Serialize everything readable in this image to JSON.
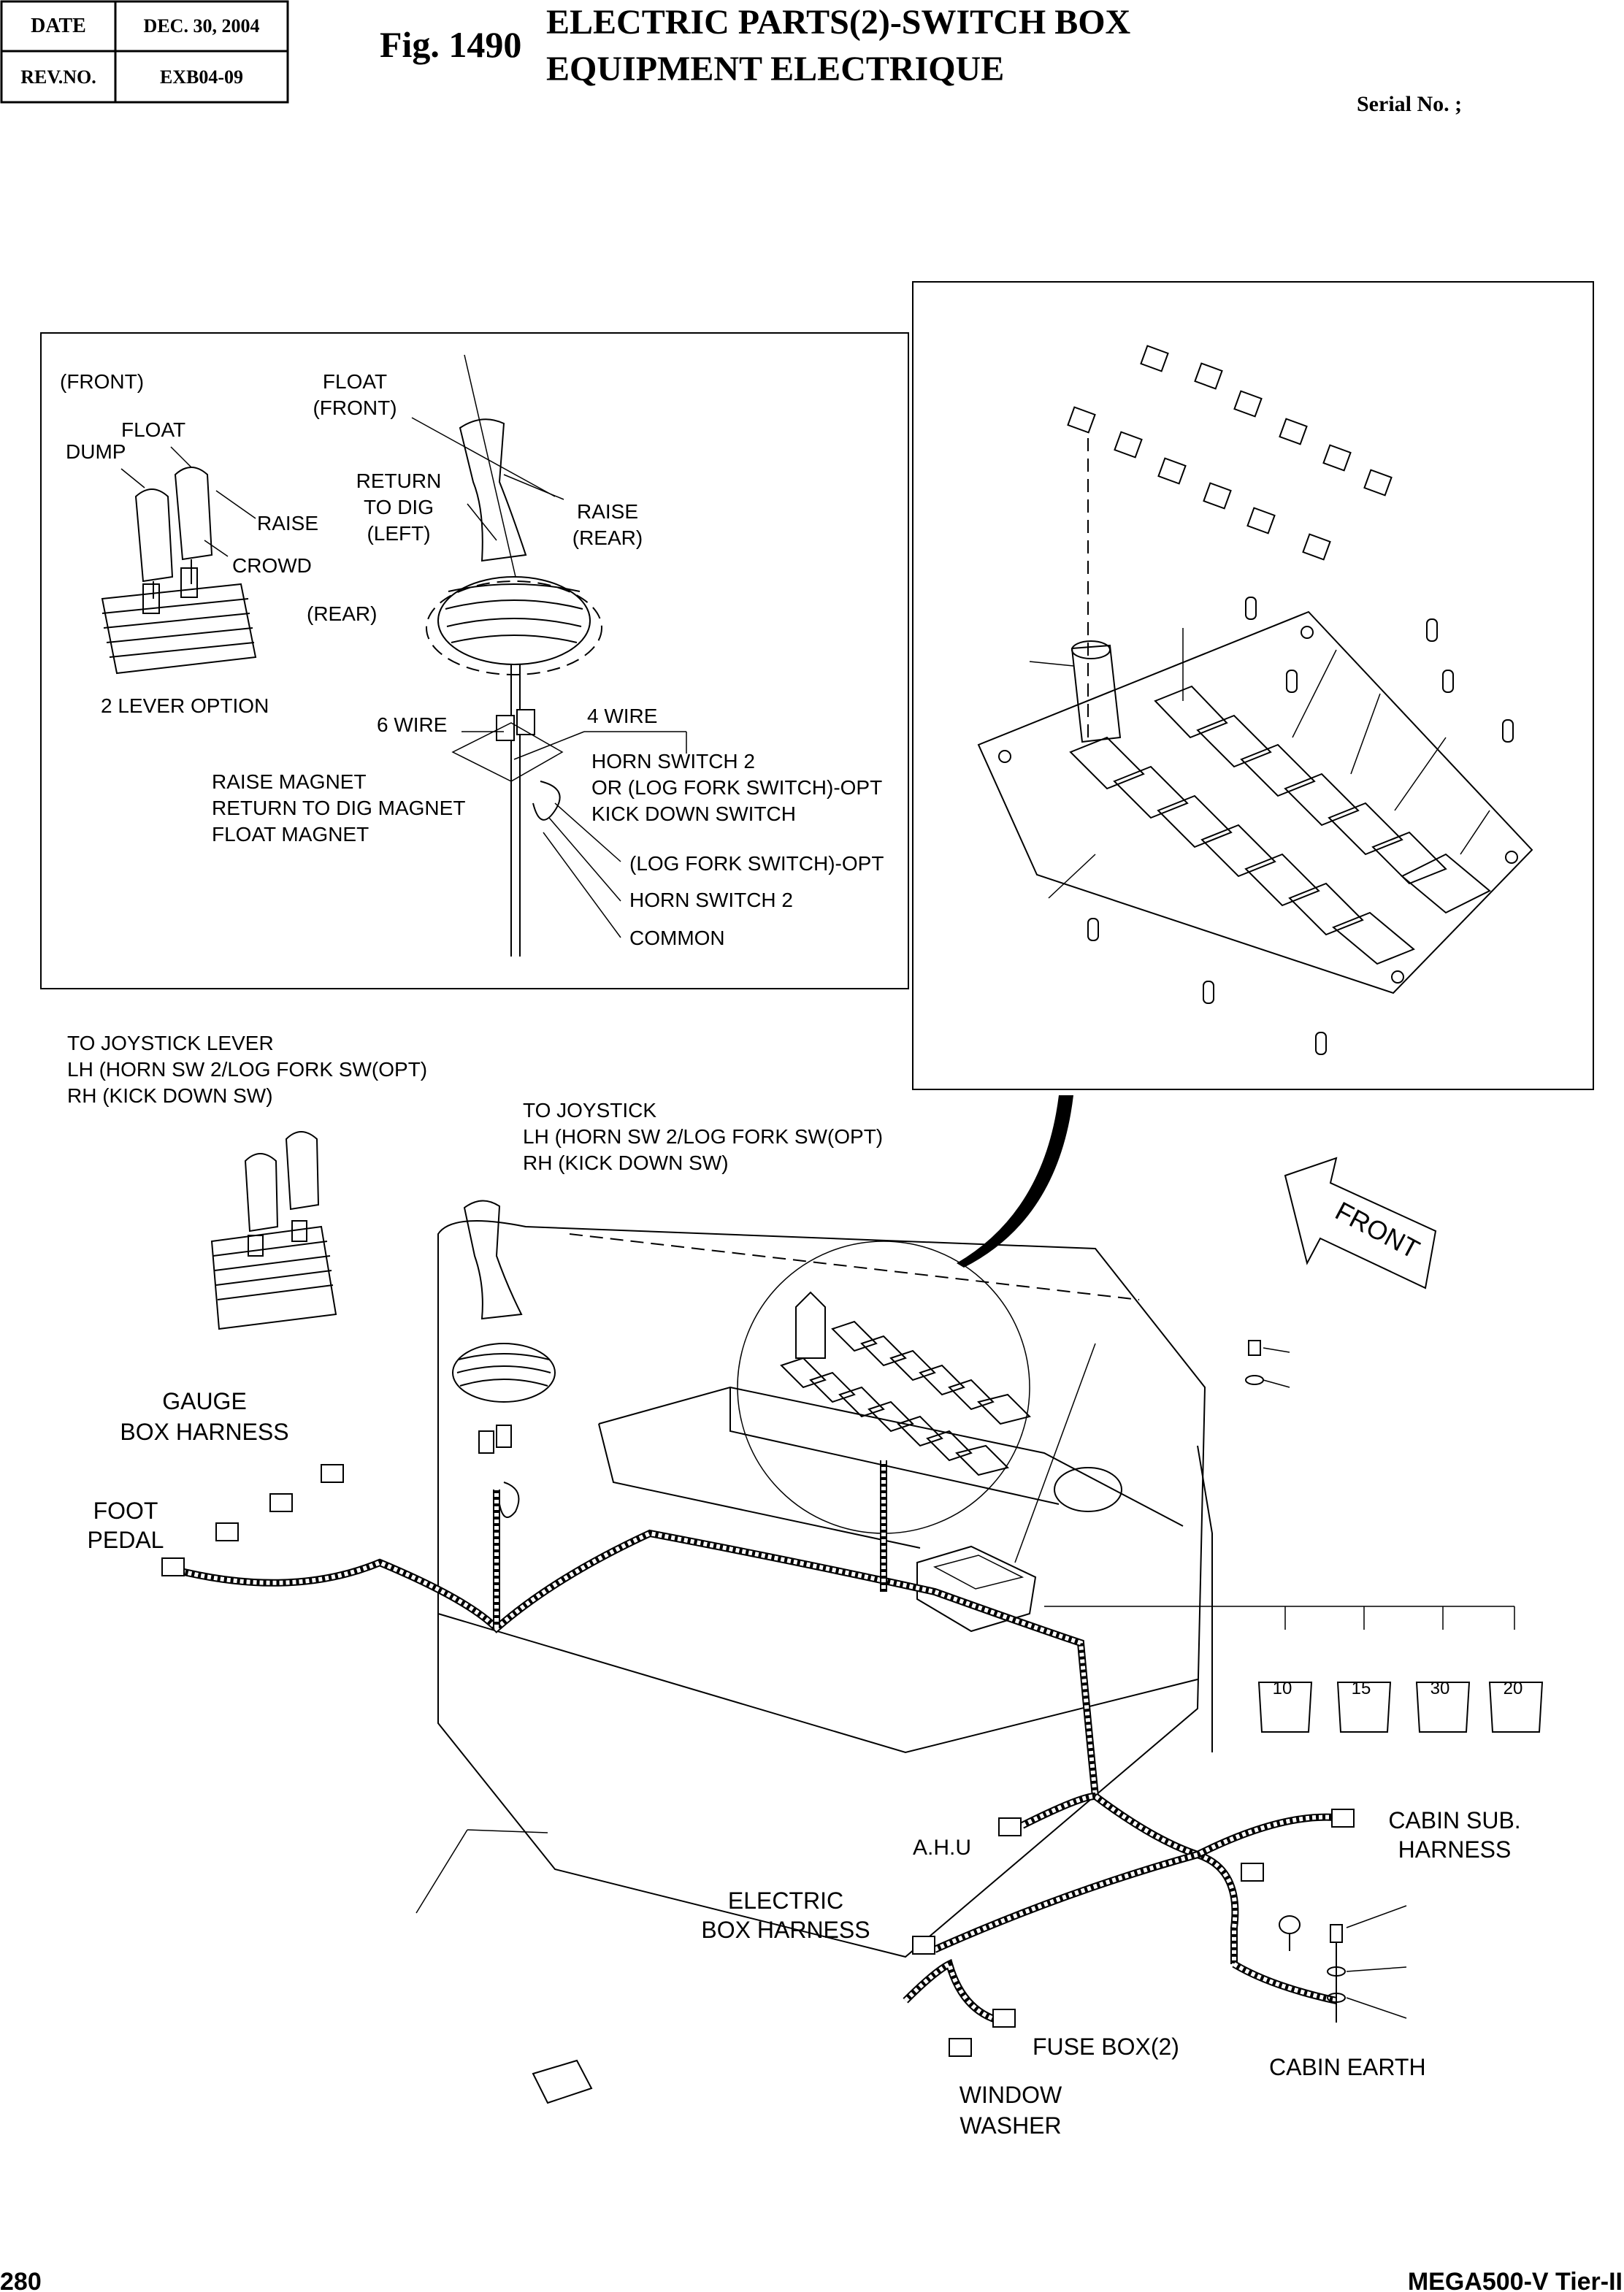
{
  "header": {
    "date_label": "DATE",
    "date_value": "DEC. 30, 2004",
    "rev_label": "REV.NO.",
    "rev_value": "EXB04-09",
    "fig_number": "Fig. 1490",
    "title_line1": "ELECTRIC PARTS(2)-SWITCH BOX",
    "title_line2": "EQUIPMENT ELECTRIQUE",
    "serial": "Serial No. ;"
  },
  "joystick_detail": {
    "front": "(FRONT)",
    "float": "FLOAT",
    "dump": "DUMP",
    "raise_left": "RAISE",
    "crowd": "CROWD",
    "rear": "(REAR)",
    "two_lever": "2 LEVER OPTION",
    "float_front_1": "FLOAT",
    "float_front_2": "(FRONT)",
    "return_1": "RETURN",
    "return_2": "TO DIG",
    "return_3": "(LEFT)",
    "raise_rear_1": "RAISE",
    "raise_rear_2": "(REAR)",
    "six_wire": "6 WIRE",
    "four_wire": "4 WIRE",
    "magnet_1": "RAISE MAGNET",
    "magnet_2": "RETURN TO DIG MAGNET",
    "magnet_3": "FLOAT MAGNET",
    "horn_1": "HORN SWITCH 2",
    "horn_2": "OR (LOG FORK SWITCH)-OPT",
    "horn_3": "KICK DOWN SWITCH",
    "log_fork": "(LOG FORK SWITCH)-OPT",
    "horn_sw2": "HORN SWITCH 2",
    "common": "COMMON"
  },
  "assembly": {
    "to_joystick_lever_1": "TO JOYSTICK LEVER",
    "to_joystick_lever_2": "LH (HORN SW 2/LOG FORK SW(OPT)",
    "to_joystick_lever_3": "RH (KICK DOWN SW)",
    "to_joystick_1": "TO JOYSTICK",
    "to_joystick_2": "LH (HORN SW 2/LOG FORK SW(OPT)",
    "to_joystick_3": "RH (KICK DOWN SW)",
    "front_arrow": "FRONT",
    "gauge_1": "GAUGE",
    "gauge_2": "BOX HARNESS",
    "foot_1": "FOOT",
    "foot_2": "PEDAL",
    "ahu": "A.H.U",
    "cabin_sub_1": "CABIN SUB.",
    "cabin_sub_2": "HARNESS",
    "electric_1": "ELECTRIC",
    "electric_2": "BOX HARNESS",
    "fuse_box": "FUSE BOX(2)",
    "cabin_earth": "CABIN EARTH",
    "window_1": "WINDOW",
    "window_2": "WASHER",
    "fuse_ratings": [
      "10",
      "15",
      "30",
      "20"
    ]
  },
  "footer": {
    "page_number": "280",
    "model": "MEGA500-V Tier-II"
  }
}
